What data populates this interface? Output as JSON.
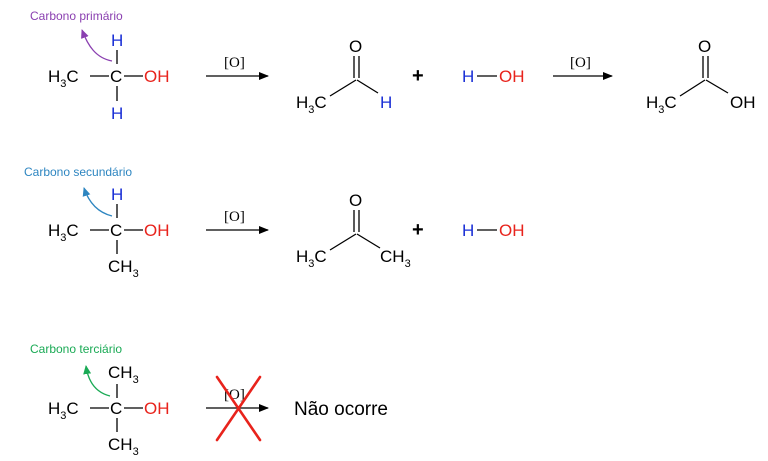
{
  "colors": {
    "primary_label": "#8a3fb0",
    "secondary_label": "#2e86c1",
    "tertiary_label": "#1aaa55",
    "oxygen": "#e8231c",
    "hydrogen": "#1a2fd6",
    "cross": "#e8231c",
    "text": "#000000"
  },
  "atoms": {
    "h3c": "H",
    "h3c_sub": "3",
    "h3c_c": "C",
    "c": "C",
    "oh": "OH",
    "h": "H",
    "o": "O",
    "ch3": "CH",
    "ch3_sub": "3"
  },
  "oxidant": "[O]",
  "plus": "+",
  "rows": {
    "primary": {
      "label": "Carbono primário"
    },
    "secondary": {
      "label": "Carbono secundário"
    },
    "tertiary": {
      "label": "Carbono terciário",
      "result": "Não ocorre"
    }
  }
}
